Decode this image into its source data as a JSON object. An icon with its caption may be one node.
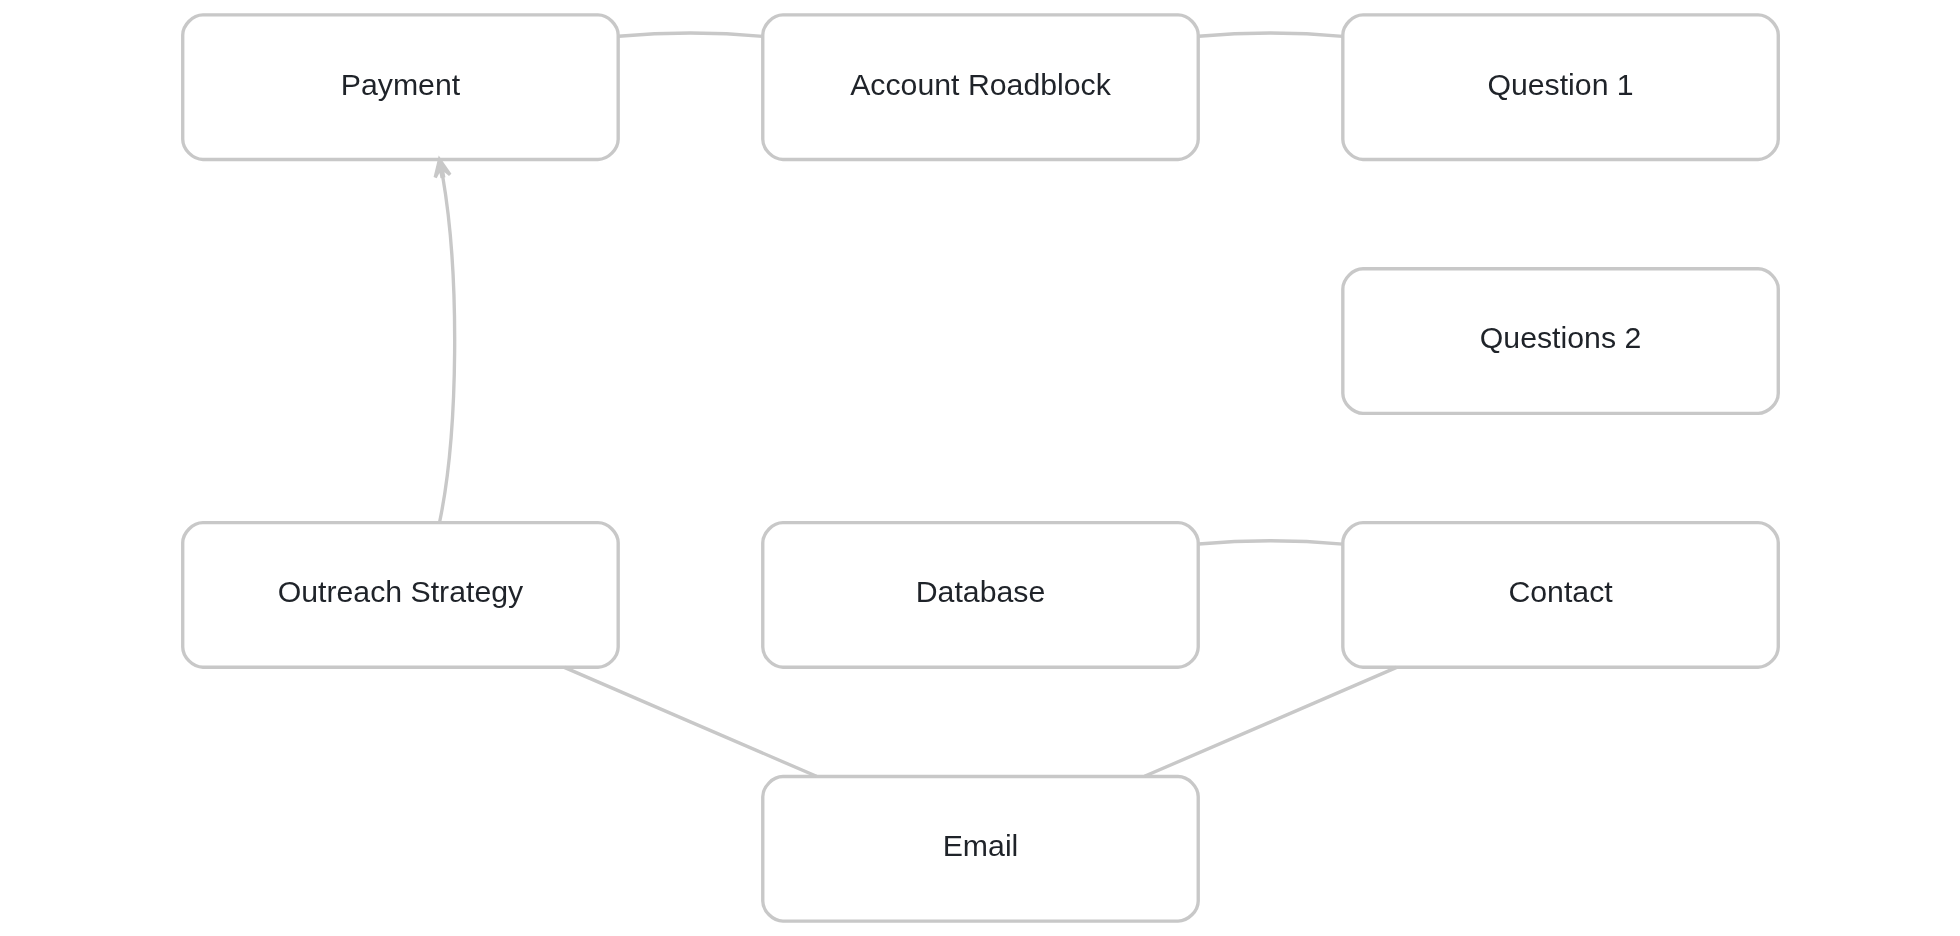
{
  "diagram": {
    "nodes": [
      {
        "text": [
          "Account Roadblock"
        ]
      },
      {
        "text": [
          "Payment"
        ]
      },
      {
        "text": [
          "Question 1"
        ]
      },
      {
        "text": [
          "Questions 2"
        ]
      },
      {
        "text": [
          "Outreach Strategy"
        ]
      },
      {
        "text": [
          "Database"
        ]
      },
      {
        "text": [
          "Contact"
        ]
      },
      {
        "text": [
          "Email"
        ]
      }
    ],
    "edges": [
      {
        "from": 1,
        "to": 0,
        "arrow": "none"
      },
      {
        "from": 0,
        "to": 2,
        "arrow": "none"
      },
      {
        "from": 4,
        "to": 1,
        "arrow": "to"
      },
      {
        "from": 5,
        "to": 6,
        "arrow": "none"
      },
      {
        "from": 6,
        "to": 7,
        "arrow": "none"
      },
      {
        "from": 7,
        "to": 4,
        "arrow": "none"
      }
    ]
  }
}
